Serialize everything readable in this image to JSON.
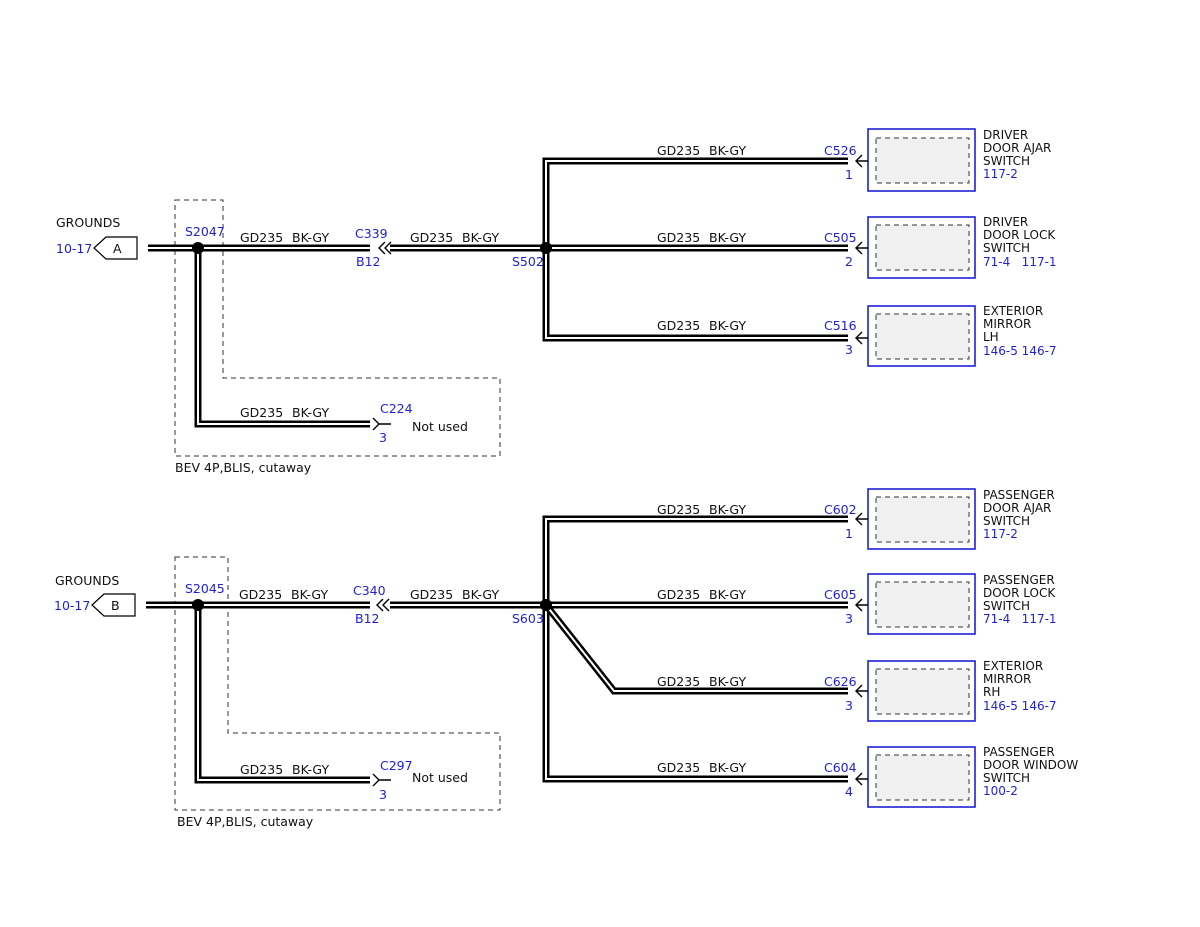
{
  "colors": {
    "wire": "#000000",
    "reference_text": "#1f1fd6",
    "component_border": "#1f1fd6",
    "component_fill": "#f0f0f0"
  },
  "top": {
    "grounds_label": "GROUNDS",
    "grounds_ref": "10-17",
    "grounds_letter": "A",
    "splice_main": "S2047",
    "connector_inline": "C339",
    "connector_inline_pin": "B12",
    "splice_branch": "S502",
    "wire_label_a": "GD235",
    "wire_label_b": "BK-GY",
    "unused_connector": "C224",
    "unused_pin": "3",
    "unused_text": "Not used",
    "option_note": "BEV 4P,BLIS, cutaway",
    "components": [
      {
        "connector": "C526",
        "pin": "1",
        "name_lines": [
          "DRIVER",
          "DOOR AJAR",
          "SWITCH"
        ],
        "refs": "117-2"
      },
      {
        "connector": "C505",
        "pin": "2",
        "name_lines": [
          "DRIVER",
          "DOOR LOCK",
          "SWITCH"
        ],
        "refs": "71-4   117-1"
      },
      {
        "connector": "C516",
        "pin": "3",
        "name_lines": [
          "EXTERIOR",
          "MIRROR",
          "LH"
        ],
        "refs": "146-5 146-7"
      }
    ]
  },
  "bottom": {
    "grounds_label": "GROUNDS",
    "grounds_ref": "10-17",
    "grounds_letter": "B",
    "splice_main": "S2045",
    "connector_inline": "C340",
    "connector_inline_pin": "B12",
    "splice_branch": "S603",
    "wire_label_a": "GD235",
    "wire_label_b": "BK-GY",
    "unused_connector": "C297",
    "unused_pin": "3",
    "unused_text": "Not used",
    "option_note": "BEV 4P,BLIS, cutaway",
    "components": [
      {
        "connector": "C602",
        "pin": "1",
        "name_lines": [
          "PASSENGER",
          "DOOR AJAR",
          "SWITCH"
        ],
        "refs": "117-2"
      },
      {
        "connector": "C605",
        "pin": "3",
        "name_lines": [
          "PASSENGER",
          "DOOR LOCK",
          "SWITCH"
        ],
        "refs": "71-4   117-1"
      },
      {
        "connector": "C626",
        "pin": "3",
        "name_lines": [
          "EXTERIOR",
          "MIRROR",
          "RH"
        ],
        "refs": "146-5 146-7"
      },
      {
        "connector": "C604",
        "pin": "4",
        "name_lines": [
          "PASSENGER",
          "DOOR WINDOW",
          "SWITCH"
        ],
        "refs": "100-2"
      }
    ]
  }
}
